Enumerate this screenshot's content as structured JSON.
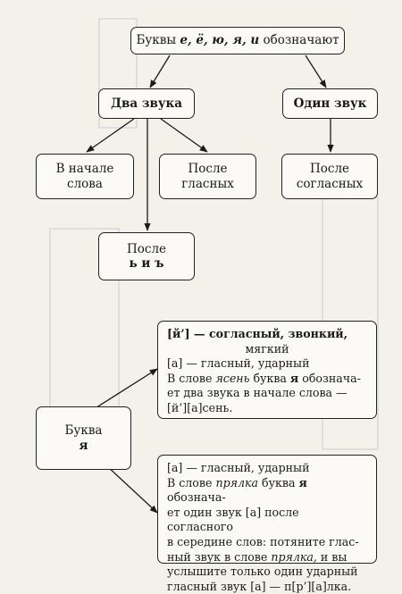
{
  "top": {
    "prefix": "Буквы",
    "letters": "е, ё, ю, я, и",
    "suffix": "обозначают"
  },
  "two_sounds": "Два звука",
  "one_sound": "Один звук",
  "start_of_word": [
    "В начале",
    "слова"
  ],
  "after_vowels": [
    "После",
    "гласных"
  ],
  "after_consonants": [
    "После",
    "согласных"
  ],
  "after_signs": [
    "После",
    "ь и ъ"
  ],
  "letter_box": {
    "word": "Буква",
    "letter": "я"
  },
  "info_top": {
    "line1": "[й’] — согласный, звонкий,",
    "line2": "мягкий",
    "line3": "[а] — гласный, ударный",
    "line4a": "В слове ",
    "word": "ясень",
    "line4b": " буква ",
    "letter": "я",
    "line4c": " обознача-",
    "line5": "ет два звука в начале слова —",
    "line6": "[й’][а]сень."
  },
  "info_bottom": {
    "line1": "[а] — гласный, ударный",
    "line2a": "В слове ",
    "word": "прялка",
    "line2b": " буква ",
    "letter": "я",
    "line2c": " обознача-",
    "line3": "ет один звук [а] после согласного",
    "line4": "в середине слов: потяните глас-",
    "line5a": "ный звук в слове ",
    "word2": "прялка,",
    "line5b": " и вы",
    "line6": "услышите только один ударный",
    "line7": "гласный звук [а] — п[р’][а]лка."
  },
  "colors": {
    "page": "#f4f1ea",
    "ink": "#1a1a1a"
  }
}
